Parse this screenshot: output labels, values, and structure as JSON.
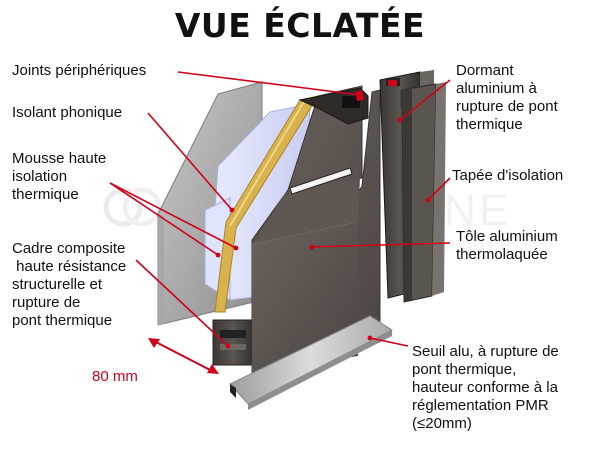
{
  "title": "VUE ÉCLATÉE",
  "watermark": "USINEONLINE GROUPE",
  "colors": {
    "leader": "#d0021b",
    "text": "#111111"
  },
  "labels": {
    "joints": "Joints périphériques",
    "isolant": "Isolant phonique",
    "mousse": "Mousse haute\nisolation\nthermique",
    "cadre": "Cadre composite\n haute résistance\nstructurelle et\nrupture de\npont thermique",
    "dormant": "Dormant\naluminium à\nrupture de pont\nthermique",
    "tapee": "Tapée d'isolation",
    "tole": "Tôle aluminium\nthermolaquée",
    "seuil": "Seuil alu, à rupture de\npont thermique,\nhauteur conforme à la\nréglementation PMR\n(≤20mm)"
  },
  "dimension": "80 mm"
}
